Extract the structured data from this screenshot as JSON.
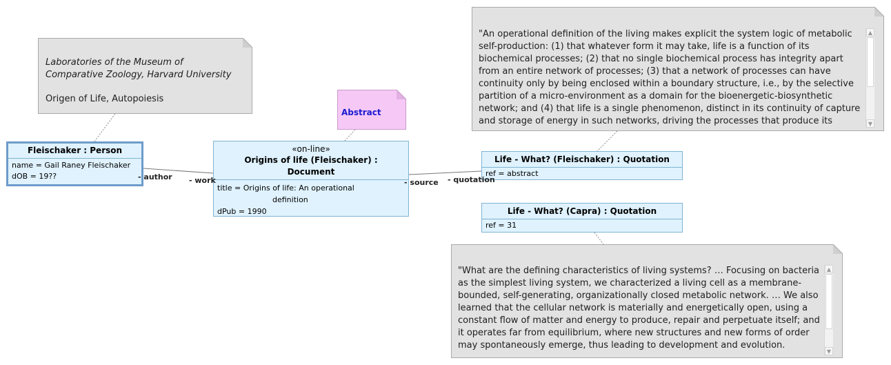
{
  "notes": {
    "museum": {
      "line1": "Laboratories of the Museum of",
      "line2": "Comparative Zoology, Harvard University",
      "line3": "Origen of Life, Autopoiesis"
    },
    "abstract": {
      "label": "Abstract"
    },
    "quote_fleischaker": {
      "text": "\"An operational definition of the living makes explicit the system logic of metabolic self-production: (1) that whatever form it may take, life is a function of its biochemical processes; (2) that no single biochemical process has integrity apart from an entire network of processes; (3) that a network of processes can have continuity only by being enclosed within a boundary structure, i.e., by the selective partition of a micro-environment as a domain for the bioenergetic-biosynthetic network; and (4) that life is a single phenomenon, distinct in its continuity of capture and storage of energy in such networks, driving the processes that produce its"
    },
    "quote_capra": {
      "text": "\"What are the defining characteristics of living systems? … Focusing on bacteria as the simplest living system, we characterized a living cell as a membrane-bounded, self-generating, organizationally closed metabolic network. … We also learned that the cellular network is materially and energetically open, using a constant flow of matter and energy to produce, repair and perpetuate itself; and it operates far from equilibrium, where new structures and new forms of order may spontaneously emerge, thus leading to development and evolution."
    }
  },
  "objects": {
    "person": {
      "title": "Fleischaker : Person",
      "attr1": "name = Gail Raney Fleischaker",
      "attr2": "dOB = 19??"
    },
    "document": {
      "stereotype": "«on-line»",
      "title_line1": "Origins of life (Fleischaker) :",
      "title_line2": "Document",
      "attr1_line1": "title = Origins of life: An operational",
      "attr1_line2": "definition",
      "attr2": "dPub = 1990"
    },
    "quotation_fleischaker": {
      "title": "Life - What? (Fleischaker) : Quotation",
      "attr1": "ref = abstract"
    },
    "quotation_capra": {
      "title": "Life - What? (Capra) : Quotation",
      "attr1": "ref = 31"
    }
  },
  "roles": {
    "author": "- author",
    "work": "- work",
    "source": "- source",
    "quotation": "- quotation"
  },
  "icons": {
    "scroll_up": "chevron-up-icon",
    "scroll_down": "chevron-down-icon"
  },
  "colors": {
    "note_fill": "#e2e2e2",
    "abstract_fill": "#f6c8f6",
    "abstract_text": "#1a1ad0",
    "object_fill": "#dff2fd",
    "object_border": "#7fb3d4"
  }
}
